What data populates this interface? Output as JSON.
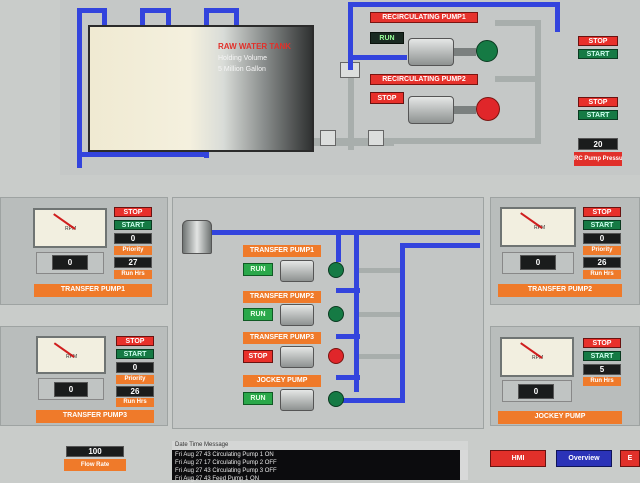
{
  "tank": {
    "title": "RAW WATER TANK",
    "desc1": "Holding Volume",
    "desc2": "5 Million Gallon"
  },
  "recirc": {
    "pump1": {
      "label": "RECIRCULATING PUMP1",
      "state": "RUN"
    },
    "pump2": {
      "label": "RECIRCULATING PUMP2",
      "state": "STOP"
    },
    "ctrl1": {
      "stop": "STOP",
      "start": "START"
    },
    "ctrl2": {
      "stop": "STOP",
      "start": "START"
    },
    "pressure_value": "20",
    "pressure_label": "RC Pump Pressure Bar"
  },
  "tp1": {
    "title": "TRANSFER PUMP1",
    "rpm_label": "RPM",
    "reading": "0",
    "stop": "STOP",
    "start": "START",
    "value": "0",
    "priority_label": "Priority",
    "priority": "27",
    "runhrs": "Run Hrs"
  },
  "tp2": {
    "title": "TRANSFER PUMP2",
    "rpm_label": "RPM",
    "reading": "0",
    "stop": "STOP",
    "start": "START",
    "value": "0",
    "priority_label": "Priority",
    "priority": "26",
    "runhrs": "Run Hrs"
  },
  "tp3": {
    "title": "TRANSFER PUMP3",
    "rpm_label": "RPM",
    "reading": "0",
    "stop": "STOP",
    "start": "START",
    "value": "0",
    "priority_label": "Priority",
    "priority": "26",
    "runhrs": "Run Hrs"
  },
  "jockey": {
    "title": "JOCKEY PUMP",
    "rpm_label": "RPM",
    "reading": "0",
    "stop": "STOP",
    "start": "START",
    "value": "5",
    "runhrs": "Run Hrs"
  },
  "center": {
    "p1": {
      "label": "TRANSFER PUMP1",
      "state": "RUN"
    },
    "p2": {
      "label": "TRANSFER PUMP2",
      "state": "RUN"
    },
    "p3": {
      "label": "TRANSFER PUMP3",
      "state": "STOP"
    },
    "p4": {
      "label": "JOCKEY PUMP",
      "state": "RUN"
    }
  },
  "flow": {
    "value": "100",
    "label": "Flow Rate"
  },
  "log": {
    "header": "Date    Time Message",
    "rows": [
      "Fri Aug 27 43  Circulating Pump 1 ON",
      "Fri Aug 27 17  Circulating Pump 2 OFF",
      "Fri Aug 27 43  Circulating Pump 3 OFF",
      "Fri Aug 27 43  Feed Pump 1 ON"
    ]
  },
  "nav": {
    "hmi": "HMI",
    "overview": "Overview",
    "exit": "E"
  },
  "colors": {
    "pipe": "#3344dd",
    "stop": "#e8302a",
    "start": "#157a44",
    "label": "#ef7a2a"
  }
}
